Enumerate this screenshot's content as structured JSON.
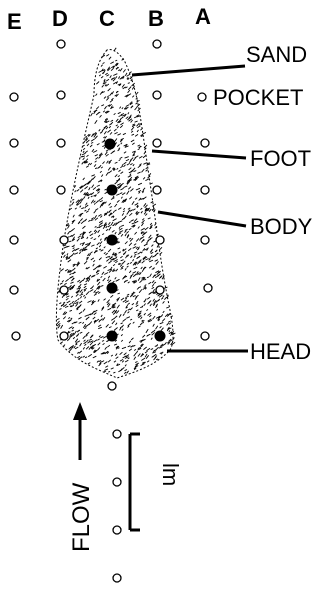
{
  "columns": [
    {
      "id": "E",
      "label": "E"
    },
    {
      "id": "D",
      "label": "D"
    },
    {
      "id": "C",
      "label": "C"
    },
    {
      "id": "B",
      "label": "B"
    },
    {
      "id": "A",
      "label": "A"
    }
  ],
  "callouts": {
    "sand": "SAND",
    "pocket": "POCKET",
    "foot": "FOOT",
    "body": "BODY",
    "head": "HEAD"
  },
  "flow_label": "FLOW",
  "scale_label": "lm",
  "colors": {
    "ink": "#000000",
    "background": "#ffffff"
  }
}
